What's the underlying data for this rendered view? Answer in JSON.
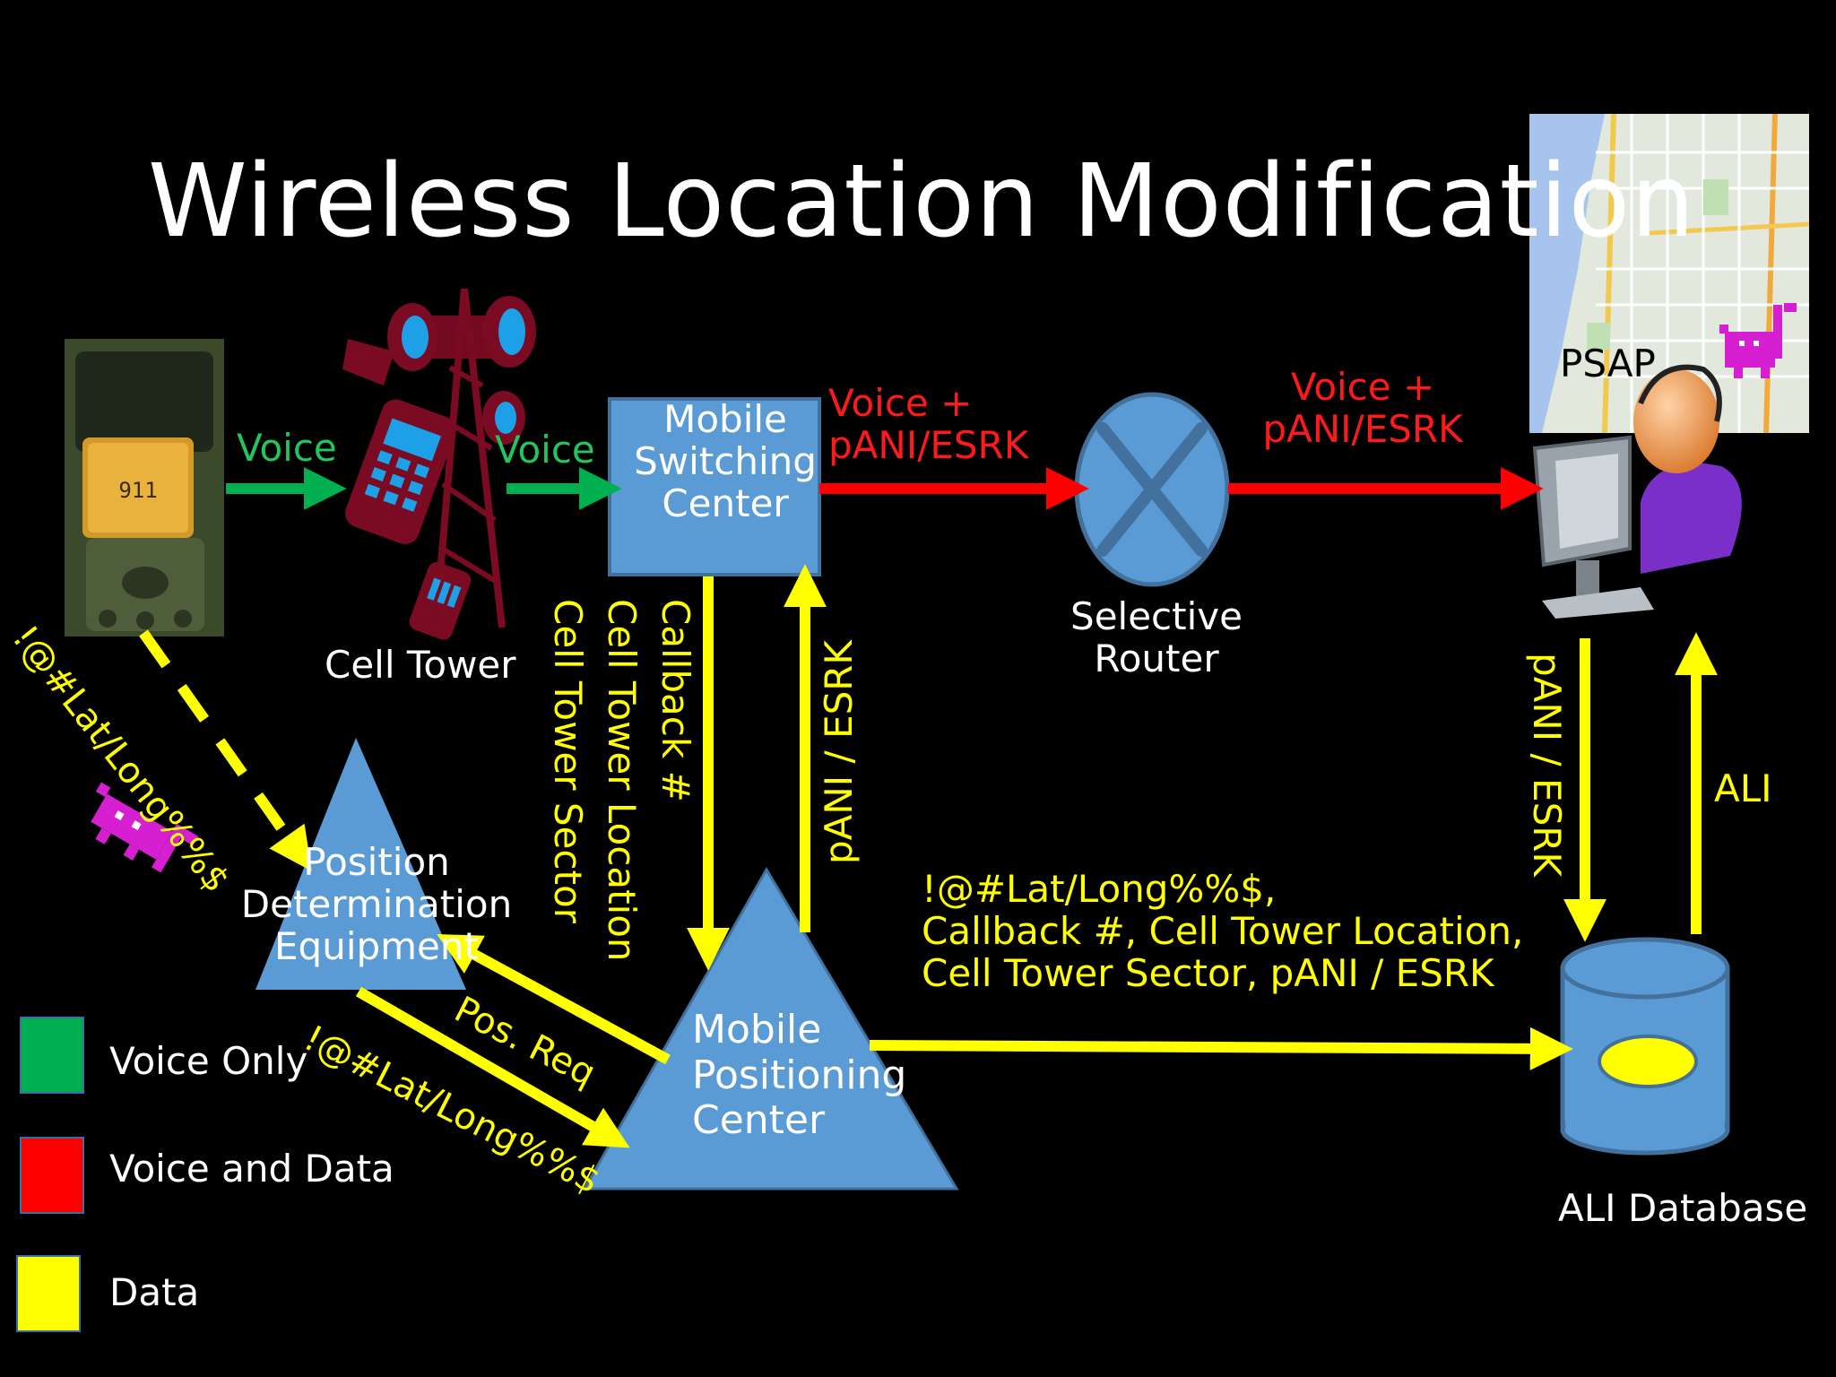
{
  "title": "Wireless Location Modification",
  "nodes": {
    "cell_tower": "Cell Tower",
    "msc": [
      "Mobile",
      "Switching",
      "Center"
    ],
    "selective_router": [
      "Selective",
      "Router"
    ],
    "psap": "PSAP",
    "pde": [
      "Position",
      "Determination",
      "Equipment"
    ],
    "mpc": [
      "Mobile",
      "Positioning",
      "Center"
    ],
    "ali_db": "ALI Database"
  },
  "phone_display": "911",
  "edges": {
    "voice_1": "Voice",
    "voice_2": "Voice",
    "msc_to_router": [
      "Voice +",
      "pANI/ESRK"
    ],
    "router_to_psap": [
      "Voice +",
      "pANI/ESRK"
    ],
    "msc_to_mpc": [
      "Callback #",
      "Cell Tower Location",
      "Cell Tower Sector"
    ],
    "mpc_to_msc": "pANI / ESRK",
    "phone_to_pde": "!@#Lat/Long%%$",
    "mpc_to_pde": "Pos. Req",
    "pde_to_mpc": "!@#Lat/Long%%$",
    "mpc_to_ali": [
      "!@#Lat/Long%%$,",
      "Callback #, Cell Tower Location,",
      "Cell Tower Sector, pANI / ESRK"
    ],
    "psap_to_ali": "pANI / ESRK",
    "ali_to_psap": "ALI"
  },
  "legend": [
    {
      "label": "Voice Only",
      "color": "#00b050"
    },
    {
      "label": "Voice and Data",
      "color": "#ff0000"
    },
    {
      "label": "Data",
      "color": "#ffff00"
    }
  ],
  "colors": {
    "node_fill": "#5b9bd5",
    "node_stroke": "#41719c",
    "voice": "#00b050",
    "voice_data": "#ff0000",
    "data": "#ffff00",
    "tower": "#7a0b23"
  }
}
